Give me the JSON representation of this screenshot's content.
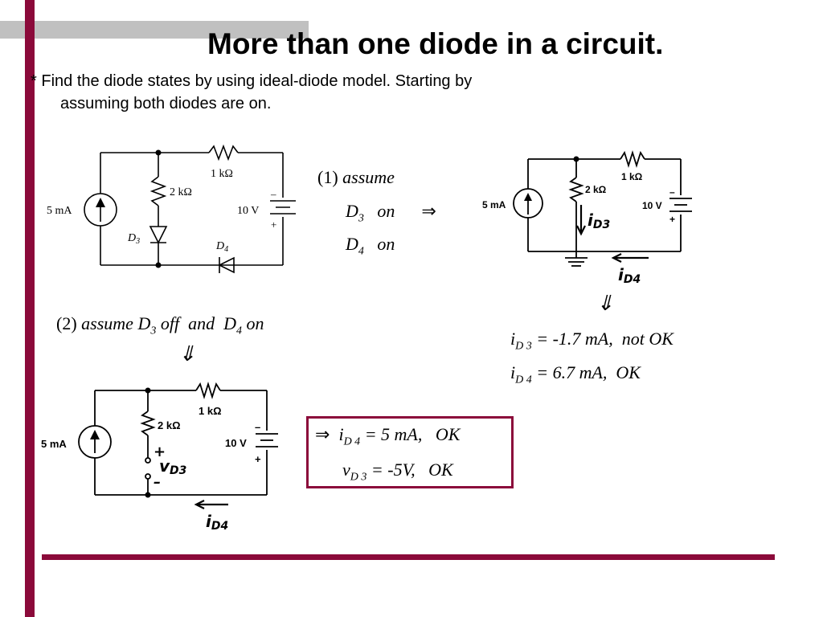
{
  "slide": {
    "title": "More than one diode in a circuit.",
    "bullet": "*",
    "subtitle_line1": "Find the diode states by using ideal-diode model.  Starting by",
    "subtitle_line2": "assuming both diodes are on."
  },
  "circuit_labels": {
    "current_source": "5 mA",
    "resistor_2k": "2 kΩ",
    "resistor_1k": "1 kΩ",
    "voltage_source": "10 V",
    "minus": "–",
    "plus": "+",
    "d3": "D",
    "d4": "D",
    "d3_sub": "3",
    "d4_sub": "4"
  },
  "step1": {
    "num": "(1)",
    "assume": "assume",
    "d3": "D",
    "d3_sub": "3",
    "d3_state": "on",
    "d4": "D",
    "d4_sub": "4",
    "d4_state": "on",
    "implies": "⇒"
  },
  "step1_results": {
    "arrow": "⇓",
    "id3_i": "i",
    "id3_sub": "D 3",
    "id3_eq": "= -1.7 mA,",
    "id3_status": "not OK",
    "id4_i": "i",
    "id4_sub": "D 4",
    "id4_eq": "= 6.7 mA,",
    "id4_status": "OK"
  },
  "step2": {
    "num": "(2)",
    "assume": "assume",
    "d3": "D",
    "d3_sub": "3",
    "d3_state": "off",
    "and": "and",
    "d4": "D",
    "d4_sub": "4",
    "d4_state": "on",
    "arrow": "⇓"
  },
  "handwriting": {
    "id3": "i",
    "id3_sub": "D3",
    "id4": "i",
    "id4_sub": "D4",
    "vd3": "v",
    "vd3_sub": "D3"
  },
  "result": {
    "implies": "⇒",
    "id4_i": "i",
    "id4_sub": "D 4",
    "id4_eq": "= 5 mA,",
    "id4_status": "OK",
    "vd3_v": "v",
    "vd3_sub": "D 3",
    "vd3_eq": "= -5V,",
    "vd3_status": "OK"
  },
  "colors": {
    "accent": "#8b0a3a",
    "grey_bar": "#c0c0c0"
  }
}
